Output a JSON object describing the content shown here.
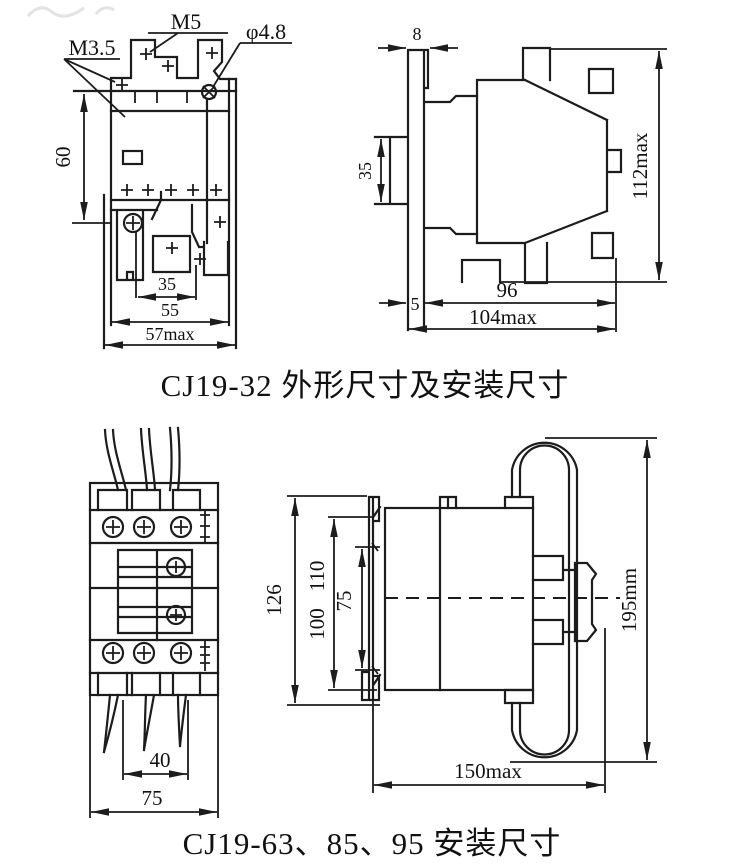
{
  "colors": {
    "background": "#ffffff",
    "line": "#1c1c1c",
    "text": "#111111"
  },
  "titles": {
    "top": "CJ19-32 外形尺寸及安装尺寸",
    "bottom": "CJ19-63、85、95 安装尺寸"
  },
  "fig1_front": {
    "label_m3_5": "M3.5",
    "label_m5": "M5",
    "label_hole": "φ4.8",
    "dim_height": "60",
    "dim_hole_span": "35",
    "dim_width": "55",
    "dim_width_max": "57max"
  },
  "fig1_side": {
    "dim_tab": "8",
    "dim_rail": "35",
    "dim_height_max": "112max",
    "dim_offset": "5",
    "dim_depth": "96",
    "dim_depth_max": "104max"
  },
  "fig2_front": {
    "dim_hole_span": "40",
    "dim_width": "75"
  },
  "fig2_side": {
    "dim_h126": "126",
    "dim_h110": "110",
    "dim_h100": "100",
    "dim_h75": "75",
    "dim_wire_length": "195mm",
    "dim_depth_max": "150max"
  }
}
